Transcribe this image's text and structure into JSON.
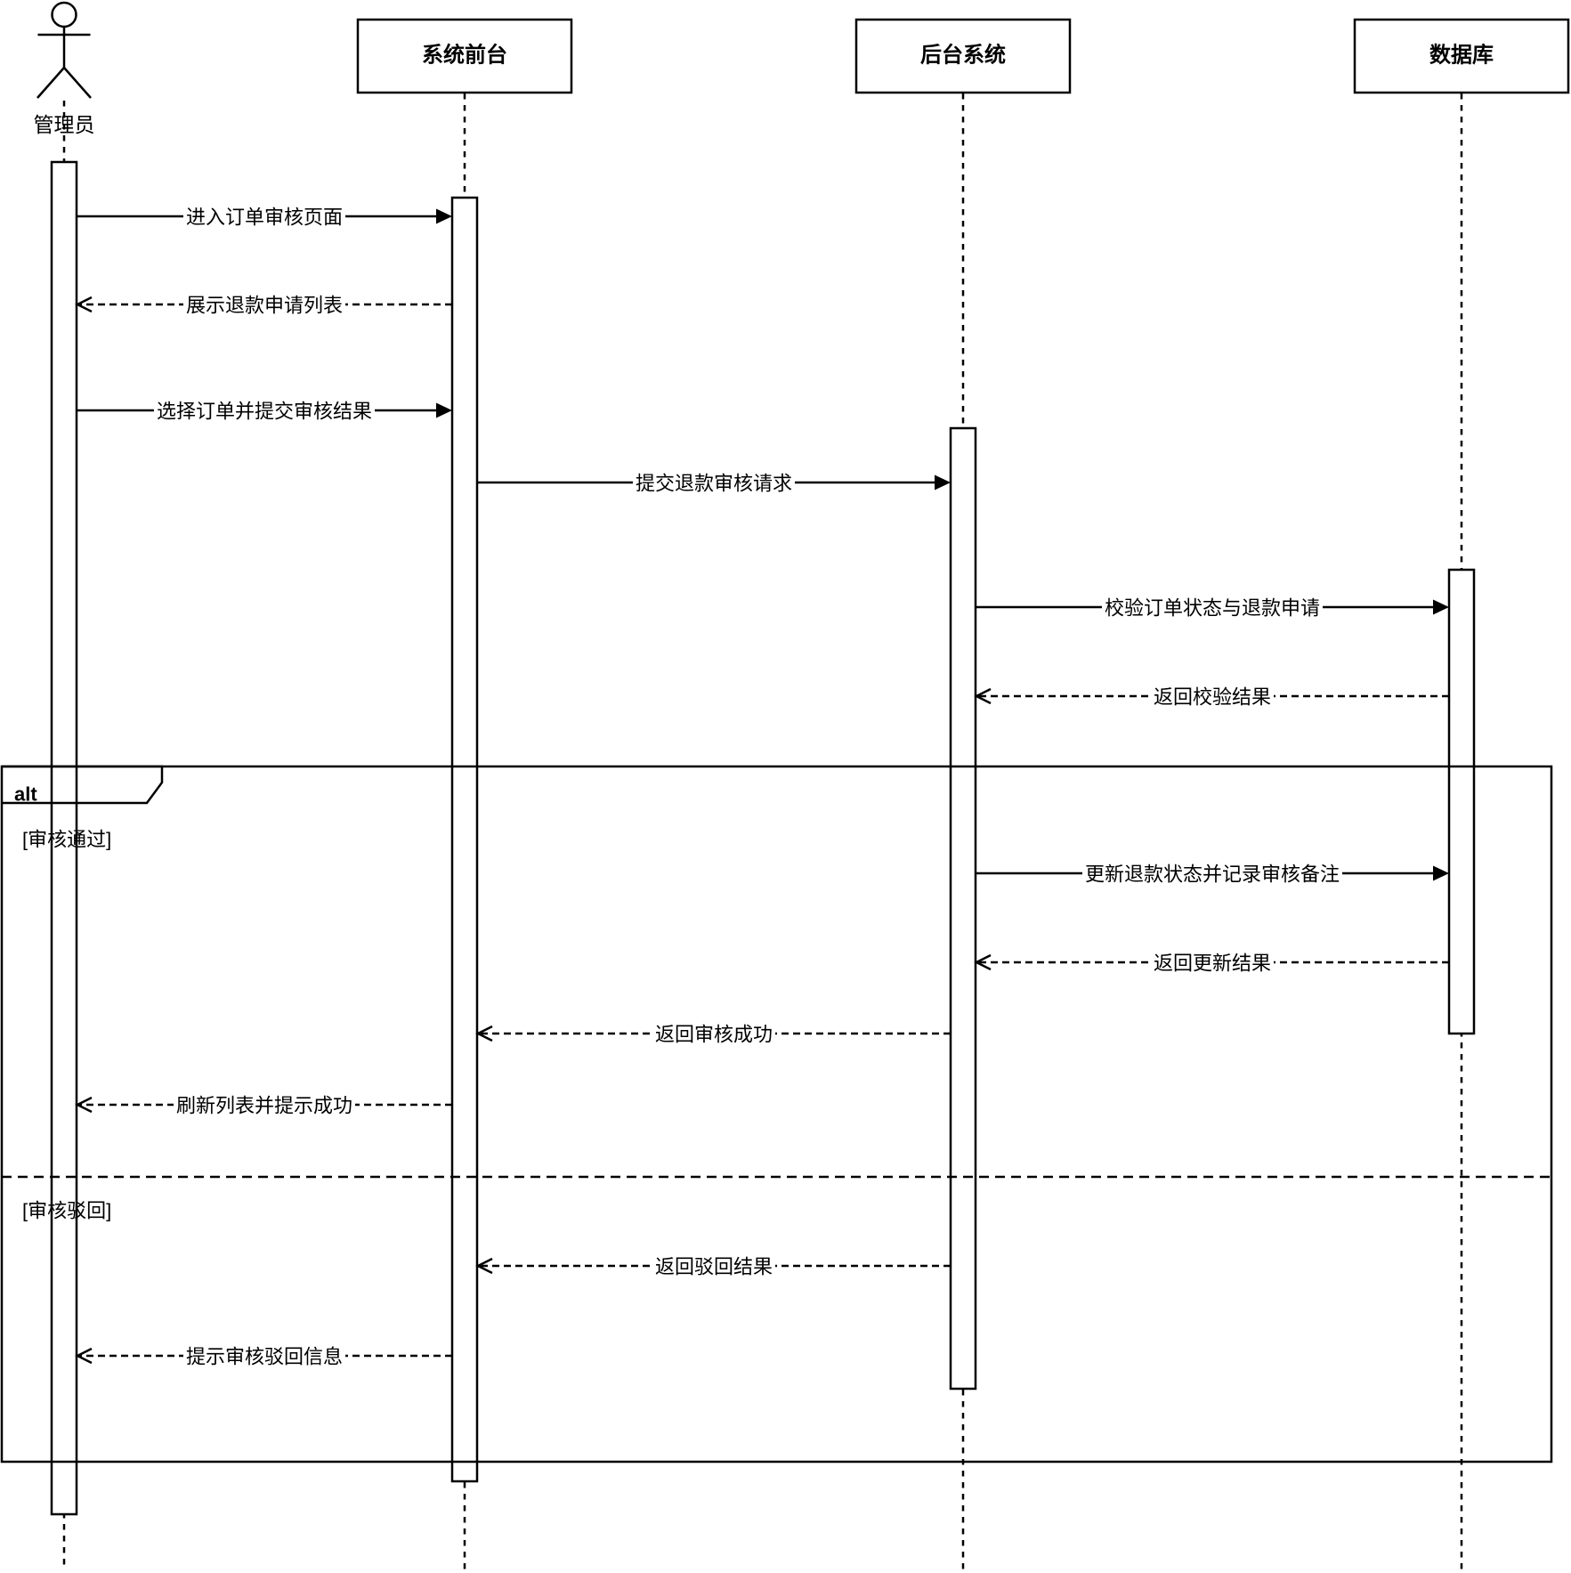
{
  "diagram": {
    "type": "uml-sequence-diagram",
    "background_color": "#ffffff",
    "line_color": "#000000",
    "actor": {
      "name": "管理员"
    },
    "participants": [
      {
        "id": "frontend",
        "label": "系统前台"
      },
      {
        "id": "backend",
        "label": "后台系统"
      },
      {
        "id": "database",
        "label": "数据库"
      }
    ],
    "messages": [
      {
        "from": "管理员",
        "to": "系统前台",
        "kind": "sync",
        "label": "进入订单审核页面"
      },
      {
        "from": "系统前台",
        "to": "管理员",
        "kind": "return",
        "label": "展示退款申请列表"
      },
      {
        "from": "管理员",
        "to": "系统前台",
        "kind": "sync",
        "label": "选择订单并提交审核结果"
      },
      {
        "from": "系统前台",
        "to": "后台系统",
        "kind": "sync",
        "label": "提交退款审核请求"
      },
      {
        "from": "后台系统",
        "to": "数据库",
        "kind": "sync",
        "label": "校验订单状态与退款申请"
      },
      {
        "from": "数据库",
        "to": "后台系统",
        "kind": "return",
        "label": "返回校验结果"
      },
      {
        "from": "后台系统",
        "to": "数据库",
        "kind": "sync",
        "label": "更新退款状态并记录审核备注"
      },
      {
        "from": "数据库",
        "to": "后台系统",
        "kind": "return",
        "label": "返回更新结果"
      },
      {
        "from": "后台系统",
        "to": "系统前台",
        "kind": "return",
        "label": "返回审核成功"
      },
      {
        "from": "系统前台",
        "to": "管理员",
        "kind": "return",
        "label": "刷新列表并提示成功"
      },
      {
        "from": "后台系统",
        "to": "系统前台",
        "kind": "return",
        "label": "返回驳回结果"
      },
      {
        "from": "系统前台",
        "to": "管理员",
        "kind": "return",
        "label": "提示审核驳回信息"
      }
    ],
    "fragment": {
      "operator": "alt",
      "guards": [
        {
          "label": "[审核通过]"
        },
        {
          "label": "[审核驳回]"
        }
      ]
    }
  }
}
